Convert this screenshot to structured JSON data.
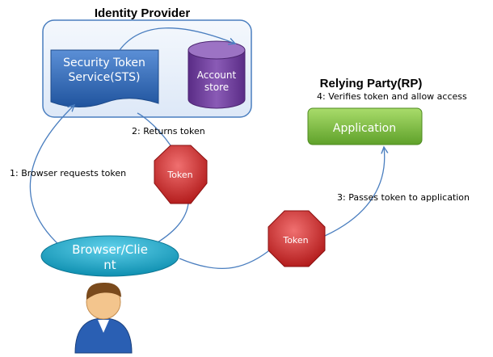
{
  "identity_provider": {
    "title": "Identity Provider",
    "sts": {
      "line1": "Security Token",
      "line2": "Service(STS)"
    },
    "account_store": {
      "line1": "Account",
      "line2": "store"
    }
  },
  "relying_party": {
    "title": "Relying Party(RP)",
    "note": "4: Verifies token and allow access",
    "application": "Application"
  },
  "steps": {
    "step1": "1: Browser requests token",
    "step2": "2: Returns token",
    "step3": "3: Passes token to application"
  },
  "tokens": {
    "token1": "Token",
    "token2": "Token"
  },
  "browser": {
    "line1": "Browser/Clie",
    "line2": "nt"
  },
  "colors": {
    "idp_fill": "#eaf1fb",
    "idp_border": "#4a7ebf",
    "sts_blue": "#2f67b5",
    "store_purple": "#6a3b94",
    "token_red": "#d42a2a",
    "app_green": "#7cbf3a",
    "browser_cyan": "#17a7c8",
    "arrow": "#4a7ebf"
  }
}
